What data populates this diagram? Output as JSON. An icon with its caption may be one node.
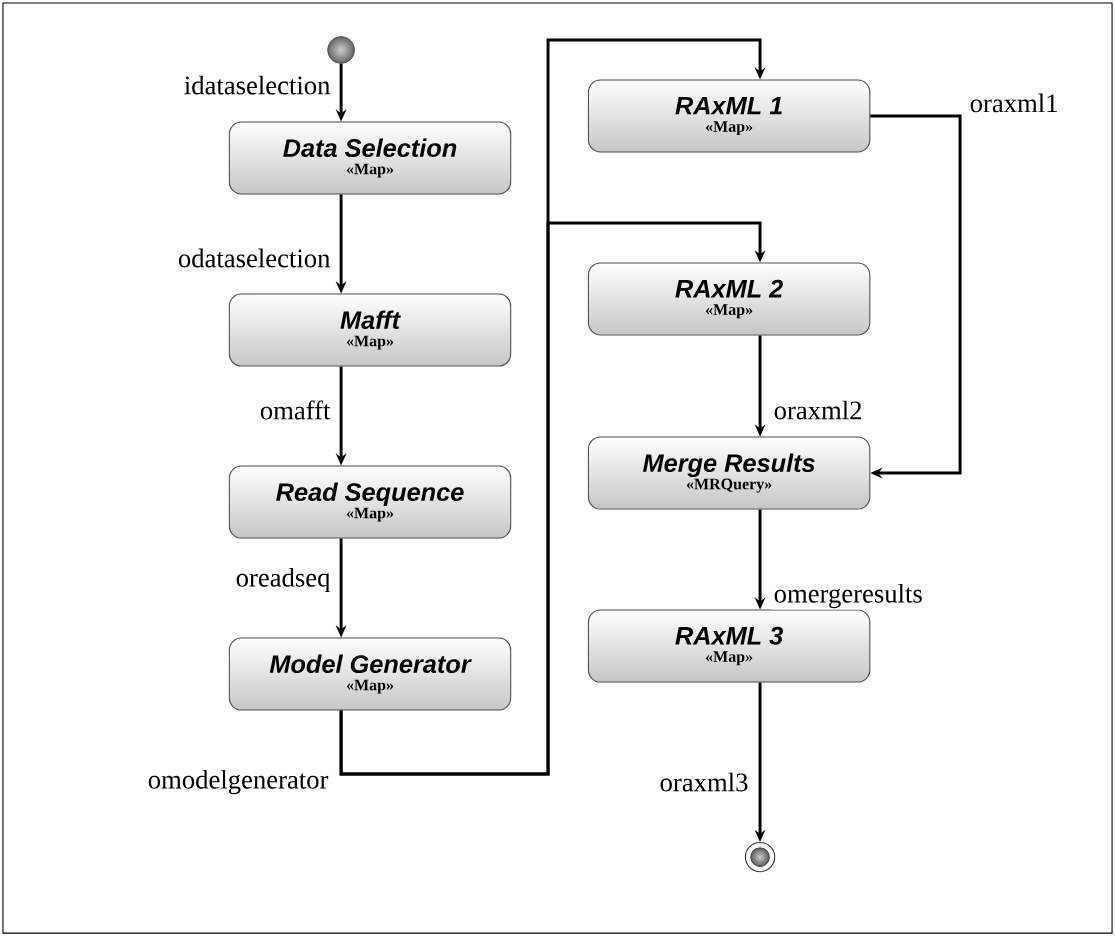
{
  "diagram": {
    "nodes": [
      {
        "text": [],
        "shape": "circle"
      },
      {
        "text": [
          "Data Selection",
          "«Map»"
        ]
      },
      {
        "text": [
          "Mafft",
          "«Map»"
        ]
      },
      {
        "text": [
          "Read Sequence",
          "«Map»"
        ]
      },
      {
        "text": [
          "Model Generator",
          "«Map»"
        ]
      },
      {
        "text": [
          "RAxML 1",
          "«Map»"
        ]
      },
      {
        "text": [
          "RAxML 2",
          "«Map»"
        ]
      },
      {
        "text": [
          "Merge Results",
          "«MRQuery»"
        ]
      },
      {
        "text": [
          "RAxML 3",
          "«Map»"
        ]
      },
      {
        "text": [],
        "shape": "circle"
      }
    ],
    "edges": [
      {
        "from": 0,
        "to": 1,
        "arrow": "to",
        "label": "idataselection"
      },
      {
        "from": 1,
        "to": 2,
        "arrow": "to",
        "label": "odataselection"
      },
      {
        "from": 2,
        "to": 3,
        "arrow": "to",
        "label": "omafft"
      },
      {
        "from": 3,
        "to": 4,
        "arrow": "to",
        "label": "oreadseq"
      },
      {
        "from": 4,
        "to": 5,
        "arrow": "to",
        "label": "omodelgenerator"
      },
      {
        "from": 4,
        "to": 6,
        "arrow": "to"
      },
      {
        "from": 5,
        "to": 7,
        "arrow": "to",
        "label": "oraxml1"
      },
      {
        "from": 6,
        "to": 7,
        "arrow": "to",
        "label": "oraxml2"
      },
      {
        "from": 7,
        "to": 8,
        "arrow": "to",
        "label": "omergeresults"
      },
      {
        "from": 8,
        "to": 9,
        "arrow": "to",
        "label": "oraxml3"
      }
    ]
  }
}
